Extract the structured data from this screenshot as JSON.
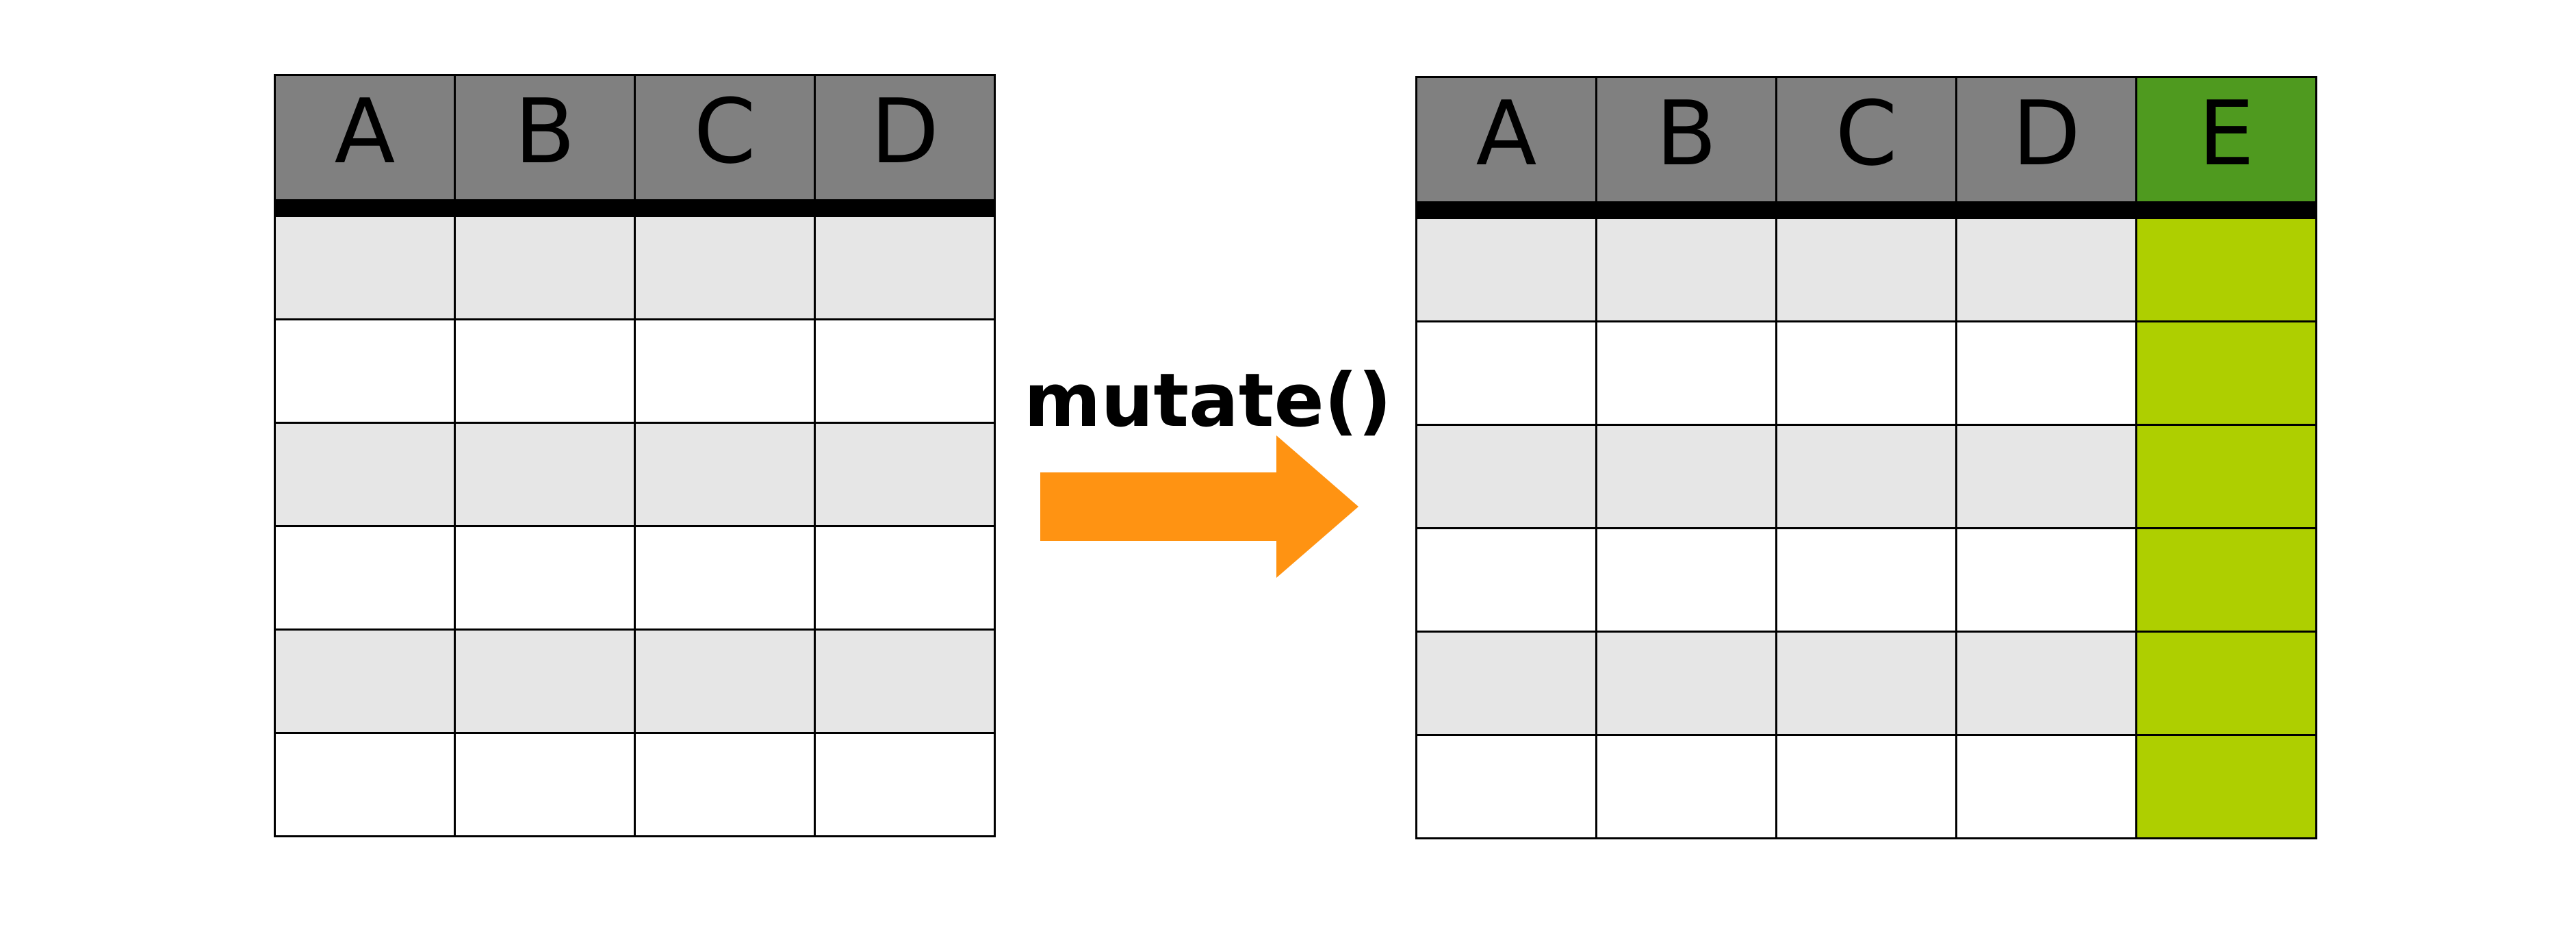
{
  "colors": {
    "header": "#808080",
    "row_shaded": "#e6e6e6",
    "row_plain": "#ffffff",
    "grid": "#000000",
    "new_header": "#4f9a1f",
    "new_column": "#aecf00",
    "arrow": "#ff9312"
  },
  "left_table": {
    "columns": [
      "A",
      "B",
      "C",
      "D"
    ],
    "row_count": 6
  },
  "operation": {
    "label": "mutate()",
    "arrow_icon": "right-arrow-icon"
  },
  "right_table": {
    "columns": [
      "A",
      "B",
      "C",
      "D",
      "E"
    ],
    "new_column": "E",
    "row_count": 6
  }
}
